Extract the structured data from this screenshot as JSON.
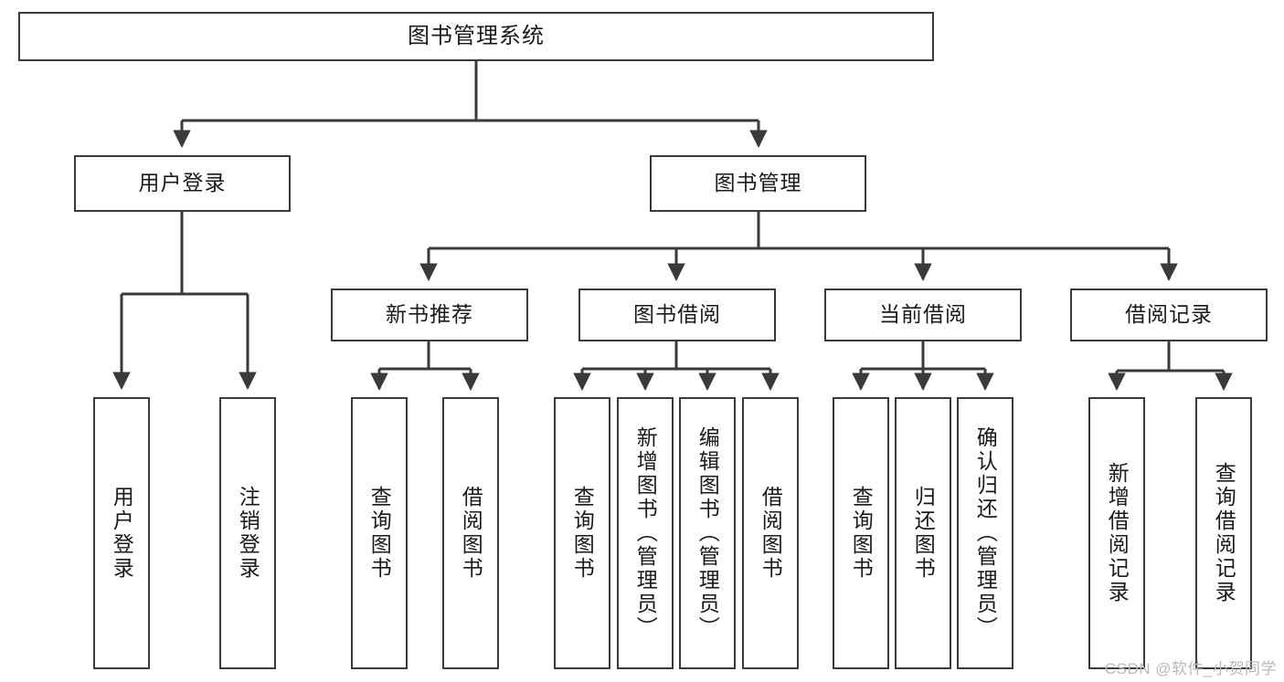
{
  "diagram": {
    "title": "图书管理系统",
    "type": "tree-hierarchy-diagram",
    "colors": {
      "box_border": "#3a3a3a",
      "box_fill": "#ffffff",
      "connector": "#3a3a3a",
      "text": "#1a1a1a",
      "watermark": "#b9b9b9"
    },
    "root": {
      "label": "图书管理系统"
    },
    "level2": [
      {
        "label": "用户登录"
      },
      {
        "label": "图书管理"
      }
    ],
    "level3": [
      {
        "label": "新书推荐"
      },
      {
        "label": "图书借阅"
      },
      {
        "label": "当前借阅"
      },
      {
        "label": "借阅记录"
      }
    ],
    "leaves": {
      "user_login": [
        {
          "label": "用户登录"
        },
        {
          "label": "注销登录"
        }
      ],
      "new_book_recommend": [
        {
          "label": "查询图书"
        },
        {
          "label": "借阅图书"
        }
      ],
      "book_borrow": [
        {
          "label": "查询图书"
        },
        {
          "label": "新增图书（管理员）"
        },
        {
          "label": "编辑图书（管理员）"
        },
        {
          "label": "借阅图书"
        }
      ],
      "current_borrow": [
        {
          "label": "查询图书"
        },
        {
          "label": "归还图书"
        },
        {
          "label": "确认归还（管理员）"
        }
      ],
      "borrow_record": [
        {
          "label": "新增借阅记录"
        },
        {
          "label": "查询借阅记录"
        }
      ]
    }
  },
  "watermark": {
    "text": "CSDN @软件_小贺同学"
  }
}
